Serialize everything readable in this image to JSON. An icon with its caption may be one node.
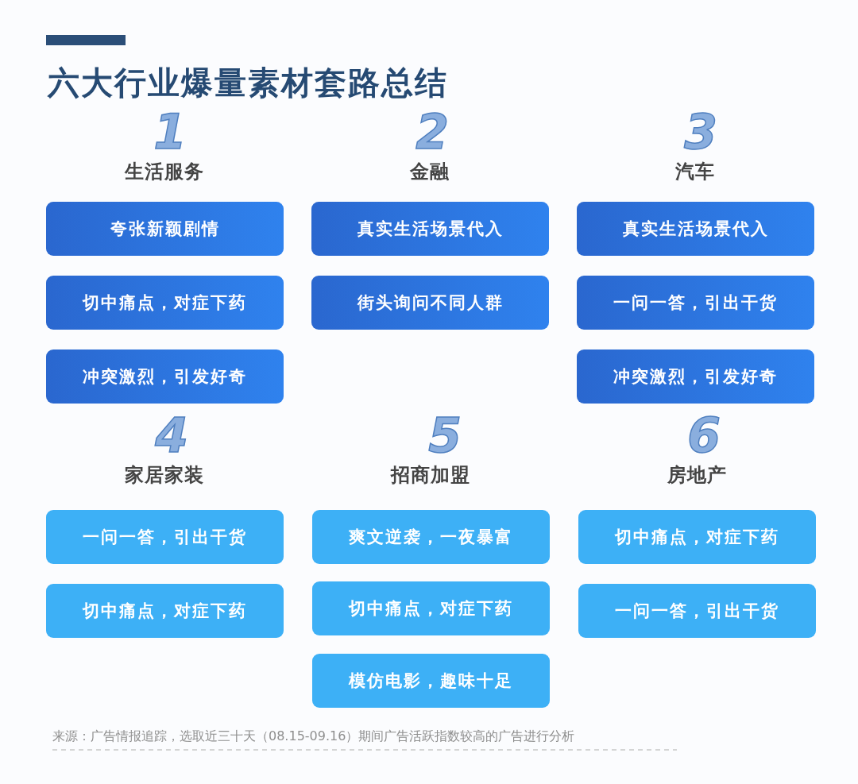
{
  "diagram": {
    "title": "六大行业爆量素材套路总结",
    "caption": "来源：广告情报追踪，选取近三十天（08.15-09.16）期间广告活跃指数较高的广告进行分析",
    "nodes": [
      {
        "text": [
          "夸张新颖剧情"
        ]
      },
      {
        "text": [
          "切中痛点，对症下药"
        ]
      },
      {
        "text": [
          "冲突激烈，引发好奇"
        ]
      },
      {
        "text": [
          "真实生活场景代入"
        ]
      },
      {
        "text": [
          "街头询问不同人群"
        ]
      },
      {
        "text": [
          "真实生活场景代入"
        ]
      },
      {
        "text": [
          "一问一答，引出干货"
        ]
      },
      {
        "text": [
          "冲突激烈，引发好奇"
        ]
      },
      {
        "text": [
          "一问一答，引出干货"
        ]
      },
      {
        "text": [
          "切中痛点，对症下药"
        ]
      },
      {
        "text": [
          "爽文逆袭，一夜暴富"
        ]
      },
      {
        "text": [
          "切中痛点，对症下药"
        ]
      },
      {
        "text": [
          "模仿电影，趣味十足"
        ]
      },
      {
        "text": [
          "切中痛点，对症下药"
        ]
      },
      {
        "text": [
          "一问一答，引出干货"
        ]
      }
    ],
    "labels": [
      "1",
      "生活服务",
      "2",
      "金融",
      "3",
      "汽车",
      "4",
      "家居家装",
      "5",
      "招商加盟",
      "6",
      "房地产"
    ]
  }
}
